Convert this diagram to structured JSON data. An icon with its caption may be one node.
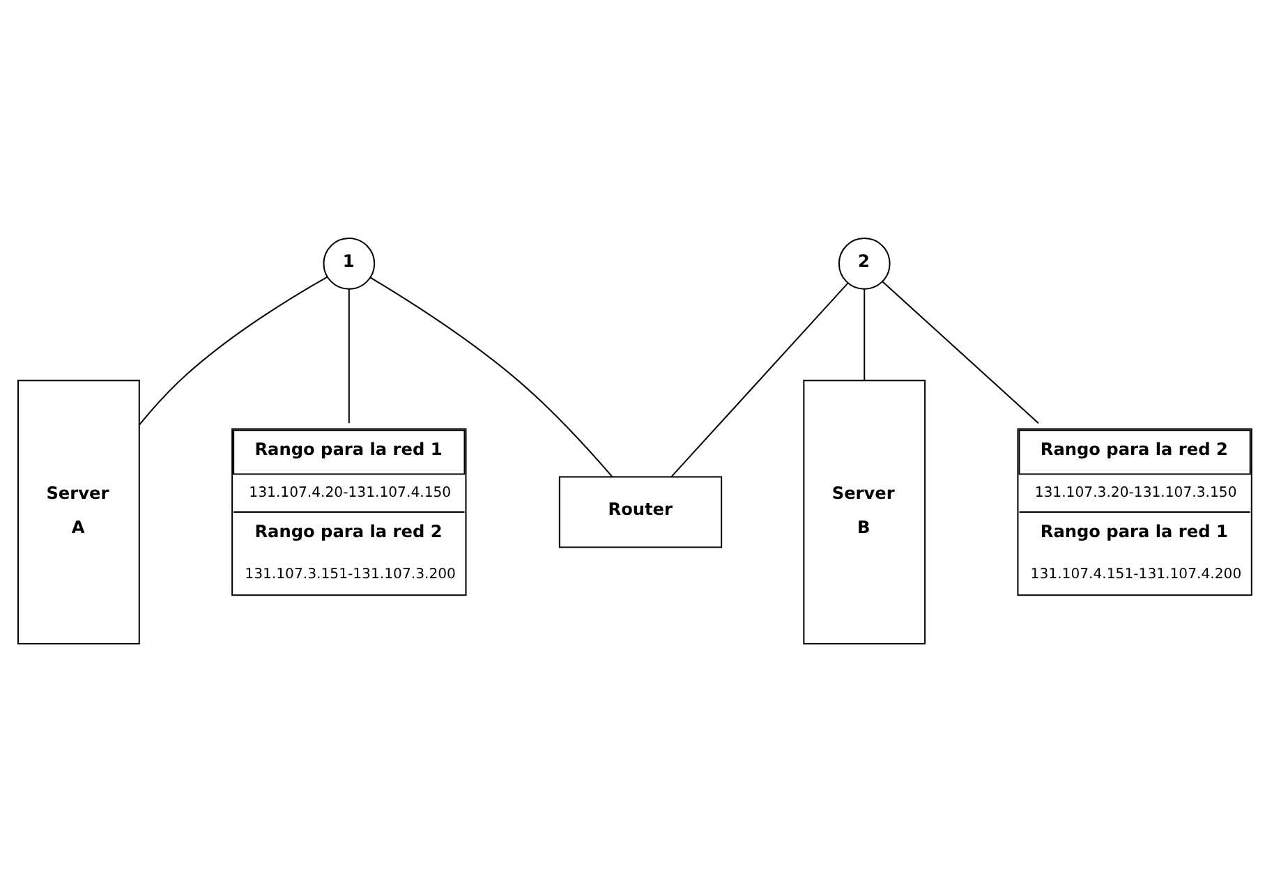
{
  "diagram": {
    "nodes": [
      {
        "text": [
          "1"
        ]
      },
      {
        "text": [
          "2"
        ]
      },
      {
        "text": [
          "Server",
          "A"
        ]
      },
      {
        "text": [
          "Router"
        ]
      },
      {
        "text": [
          "Server",
          "B"
        ]
      },
      {
        "text": [
          "Rango para la red 1",
          "131.107.4.20-131.107.4.150",
          "Rango para la red 2",
          "131.107.3.151-131.107.3.200"
        ]
      },
      {
        "text": [
          "Rango para la red 2",
          "131.107.3.20-131.107.3.150",
          "Rango para la red 1",
          "131.107.4.151-131.107.4.200"
        ]
      }
    ],
    "edges": [
      {
        "from": 0,
        "to": 2,
        "arrow": "none"
      },
      {
        "from": 0,
        "to": 3,
        "arrow": "none"
      },
      {
        "from": 1,
        "to": 3,
        "arrow": "none"
      },
      {
        "from": 1,
        "to": 4,
        "arrow": "none"
      },
      {
        "from": 0,
        "to": 5,
        "arrow": "none"
      },
      {
        "from": 1,
        "to": 6,
        "arrow": "none"
      }
    ]
  }
}
